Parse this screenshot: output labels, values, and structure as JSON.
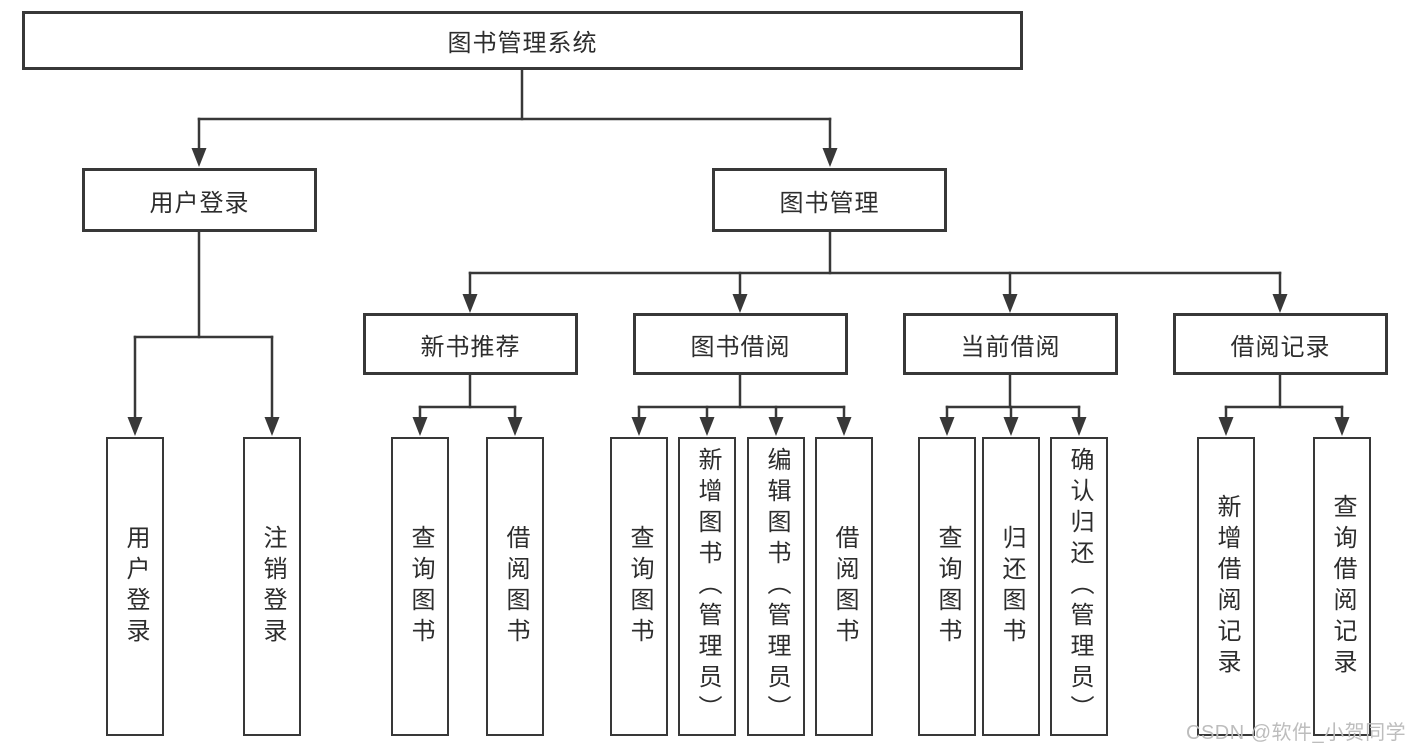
{
  "colors": {
    "line": "#383838",
    "text": "#2d2d2d",
    "watermark": "#bdbdbd"
  },
  "tree": {
    "root": {
      "label": "图书管理系统",
      "children": [
        {
          "label": "用户登录",
          "children": [
            {
              "label": "用户登录"
            },
            {
              "label": "注销登录"
            }
          ]
        },
        {
          "label": "图书管理",
          "children": [
            {
              "label": "新书推荐",
              "children": [
                {
                  "label": "查询图书"
                },
                {
                  "label": "借阅图书"
                }
              ]
            },
            {
              "label": "图书借阅",
              "children": [
                {
                  "label": "查询图书"
                },
                {
                  "label": "新增图书（管理员）"
                },
                {
                  "label": "编辑图书（管理员）"
                },
                {
                  "label": "借阅图书"
                }
              ]
            },
            {
              "label": "当前借阅",
              "children": [
                {
                  "label": "查询图书"
                },
                {
                  "label": "归还图书"
                },
                {
                  "label": "确认归还（管理员）"
                }
              ]
            },
            {
              "label": "借阅记录",
              "children": [
                {
                  "label": "新增借阅记录"
                },
                {
                  "label": "查询借阅记录"
                }
              ]
            }
          ]
        }
      ]
    }
  },
  "watermark": "CSDN @软件_小贺同学"
}
